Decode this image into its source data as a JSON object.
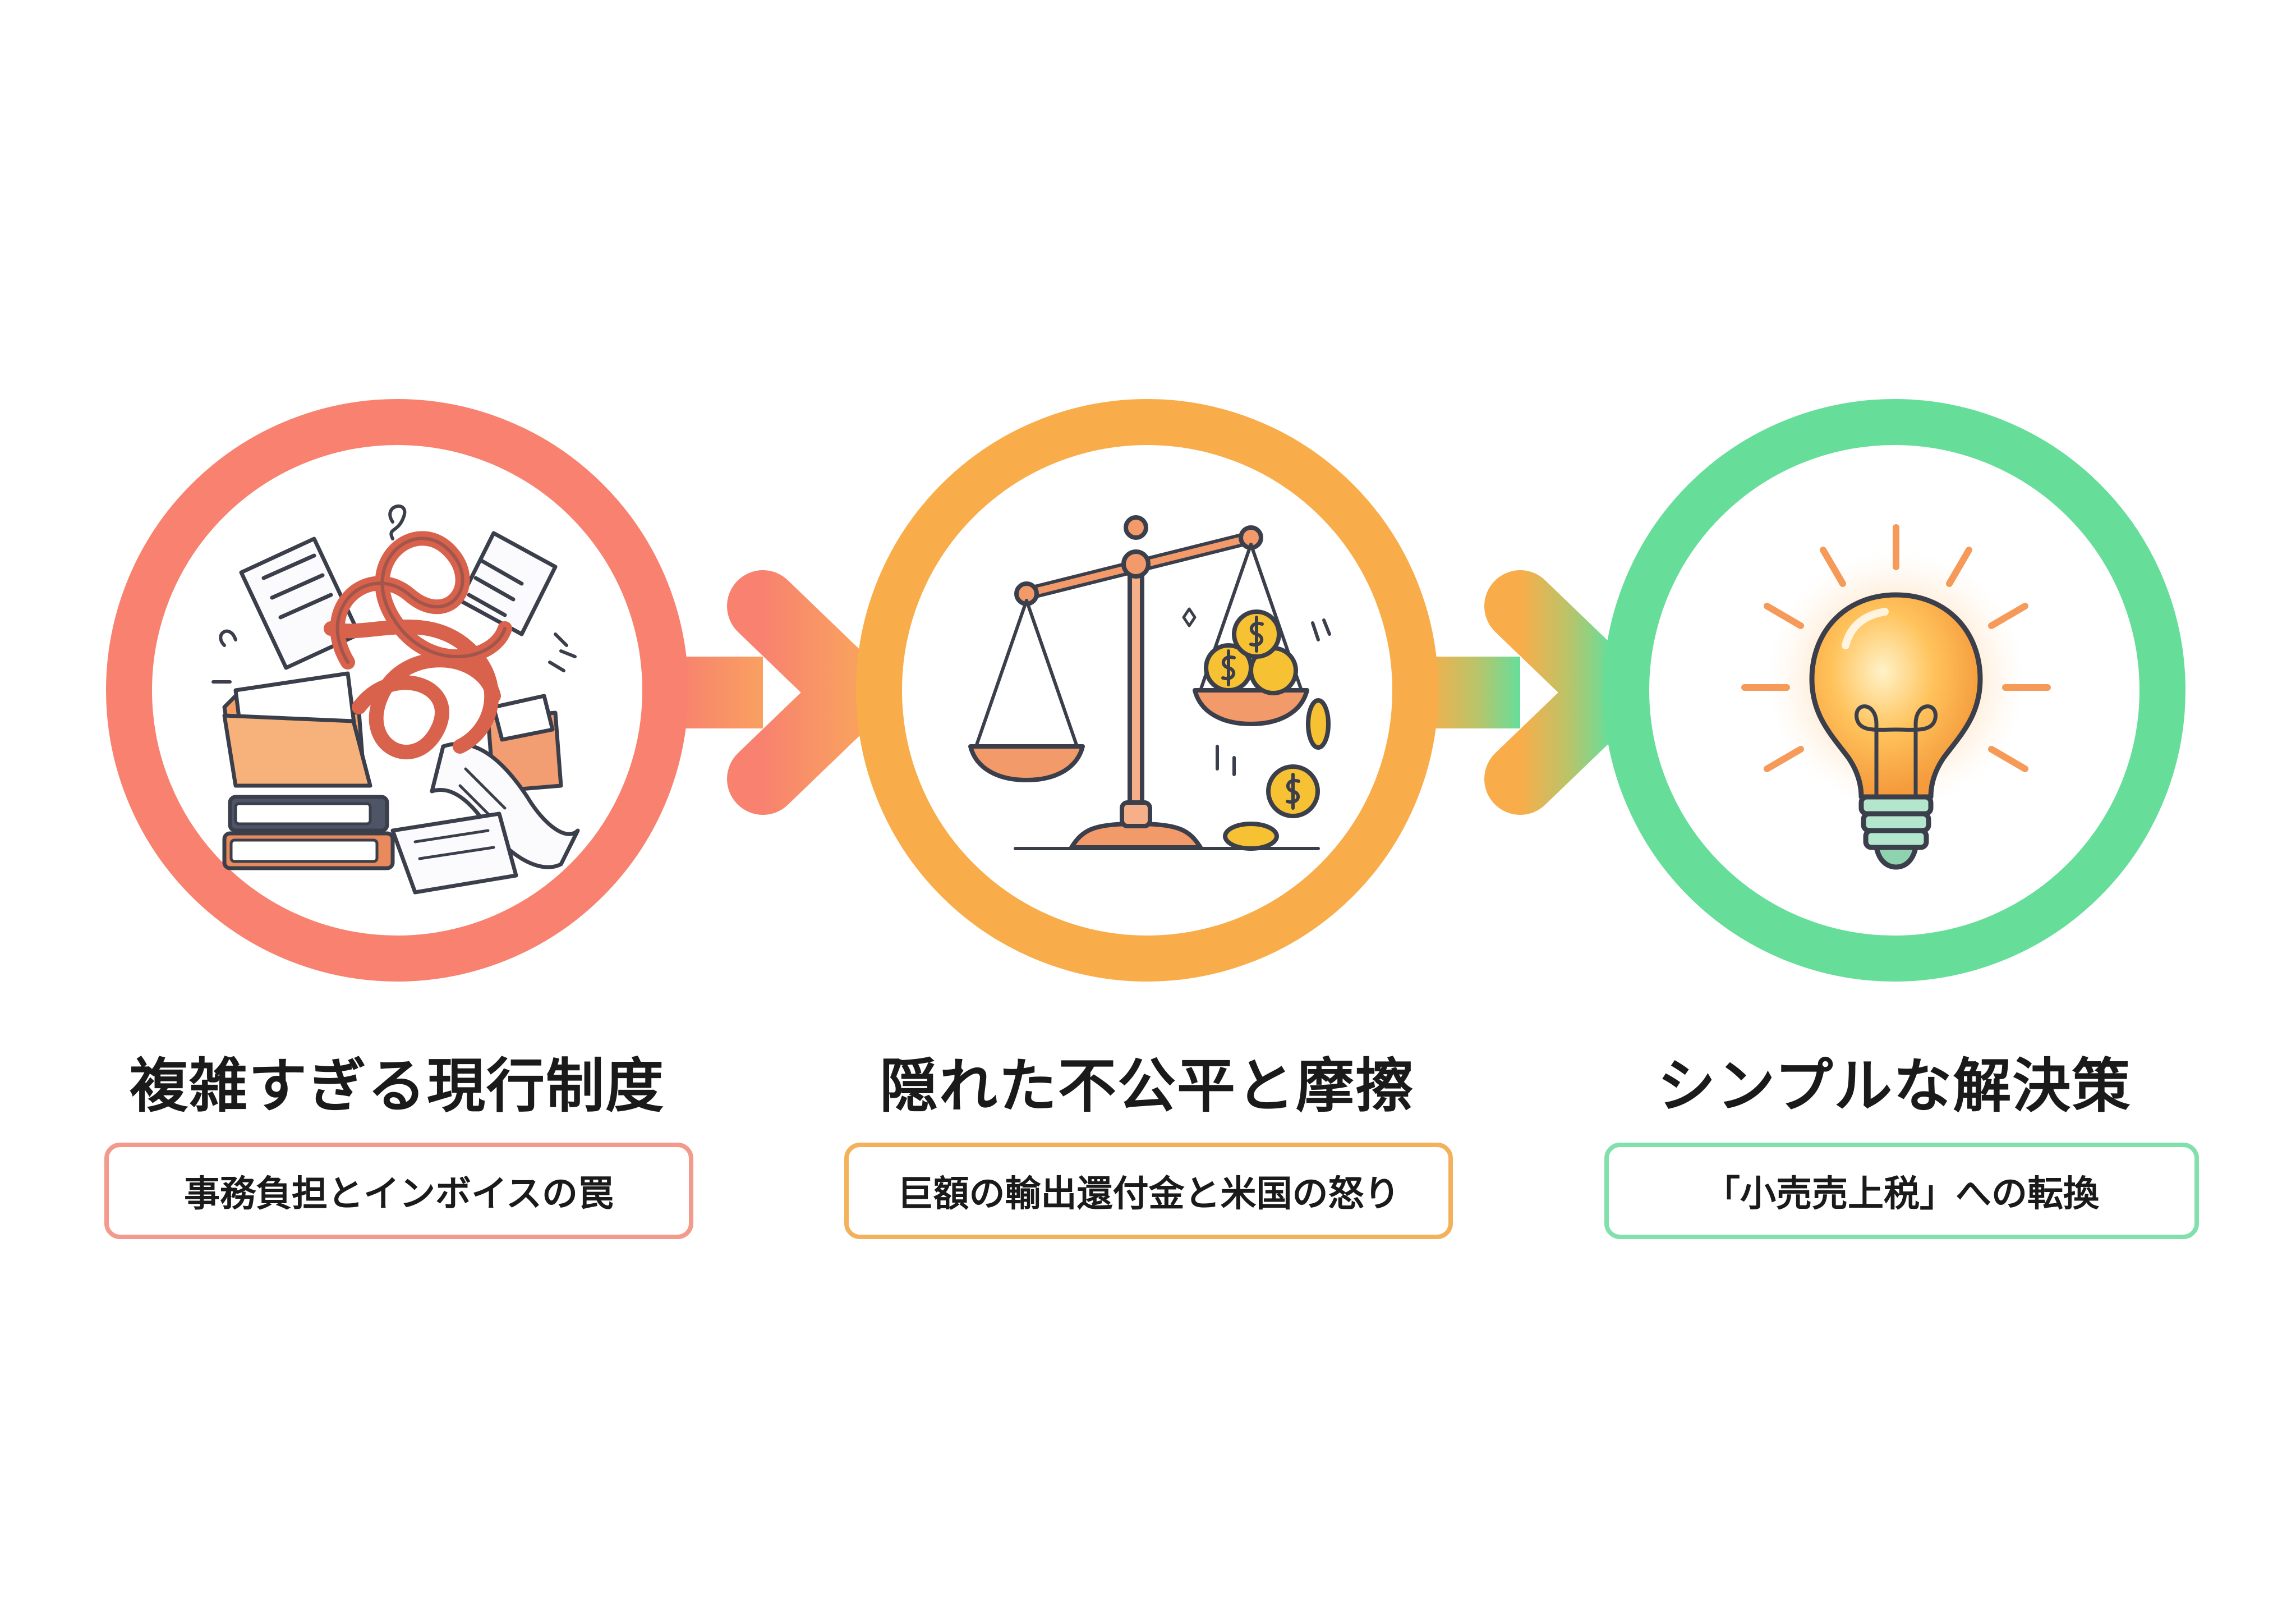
{
  "colors": {
    "stage1": "#f8826f",
    "stage2": "#f9ad4a",
    "stage3": "#66de9a",
    "box1": "#f39a8c",
    "box2": "#f4b15c",
    "box3": "#82e0ad",
    "outline": "#3b3f4b"
  },
  "stages": [
    {
      "title": "複雑すぎる現行制度",
      "caption": "事務負担とインボイスの罠",
      "icon": "tangled-paperwork-icon"
    },
    {
      "title": "隠れた不公平と摩擦",
      "caption": "巨額の輸出還付金と米国の怒り",
      "icon": "unbalanced-scale-icon"
    },
    {
      "title": "シンプルな解決策",
      "caption": "「小売売上税」への転換",
      "icon": "lightbulb-icon"
    }
  ]
}
